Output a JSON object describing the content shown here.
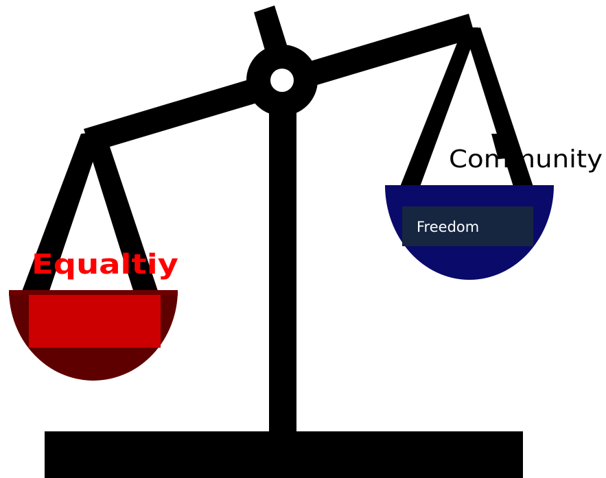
{
  "labels": {
    "left_pan": "Equaltiy",
    "right_pan_box": "Freedom",
    "right_pan_top": "Community"
  },
  "colors": {
    "beam": "#000000",
    "background": "#ffffff",
    "left_pan": "#5e0000",
    "left_pan_rim": "#6b0000",
    "left_box": "#cc0000",
    "left_label": "#ff0000",
    "right_pan": "#0a0a6b",
    "right_box": "#162640",
    "right_box_text": "#ffffff",
    "community_text": "#000000"
  }
}
